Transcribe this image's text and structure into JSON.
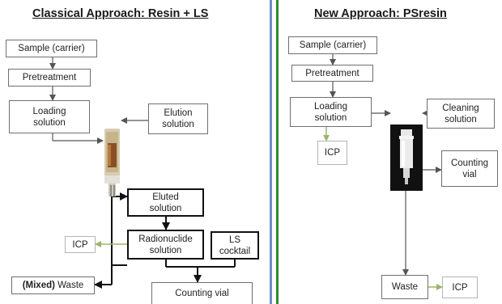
{
  "left": {
    "title": "Classical Approach: Resin + LS",
    "sample": "Sample (carrier)",
    "pretreatment": "Pretreatment",
    "loading": "Loading\nsolution",
    "elution": "Elution\nsolution",
    "eluted": "Eluted\nsolution",
    "radionuclide": "Radionuclide\nsolution",
    "ls_cocktail": "LS\ncocktail",
    "icp": "ICP",
    "waste_prefix": "(Mixed)",
    "waste": " Waste",
    "counting_vial": "Counting vial"
  },
  "right": {
    "title": "New Approach: PSresin",
    "sample": "Sample (carrier)",
    "pretreatment": "Pretreatment",
    "loading": "Loading\nsolution",
    "cleaning": "Cleaning\nsolution",
    "icp_top": "ICP",
    "counting_vial": "Counting\nvial",
    "waste": "Waste",
    "icp_bottom": "ICP"
  },
  "colors": {
    "divider_blue": "#6b8fc4",
    "divider_green": "#2d8c2d",
    "icp_arrow": "#9bb56a"
  }
}
